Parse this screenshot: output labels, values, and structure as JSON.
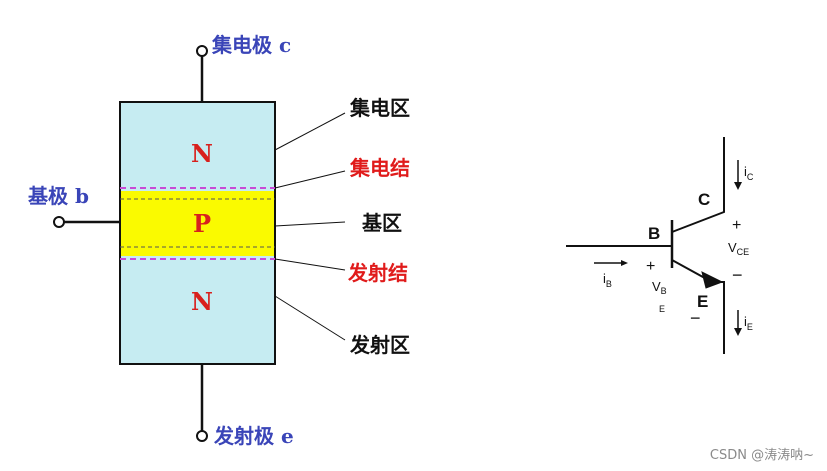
{
  "colors": {
    "n_region": "#c6ecf2",
    "p_region": "#fafa00",
    "outline": "#111111",
    "blue_label": "#3a45b8",
    "red_label": "#e01b1b",
    "region_letter": "#d8201d",
    "junction_dash": "#c84bd6"
  },
  "structure": {
    "n_top": "N",
    "p_mid": "P",
    "n_bottom": "N"
  },
  "terminals": {
    "collector": "集电极 c",
    "base": "基极 b",
    "emitter": "发射极 e"
  },
  "callouts": {
    "collector_region": "集电区",
    "collector_junction": "集电结",
    "base_region": "基区",
    "emitter_junction": "发射结",
    "emitter_region": "发射区"
  },
  "symbol": {
    "c": "C",
    "b": "B",
    "e": "E",
    "ic": "i",
    "ic_sub": "C",
    "ib": "i",
    "ib_sub": "B",
    "ie": "i",
    "ie_sub": "E",
    "vce": "V",
    "vce_sub": "CE",
    "vbe_v": "V",
    "vbe_b": "B",
    "vbe_e": "E",
    "plus": "+",
    "minus": "−"
  },
  "watermark": "CSDN @涛涛呐~"
}
